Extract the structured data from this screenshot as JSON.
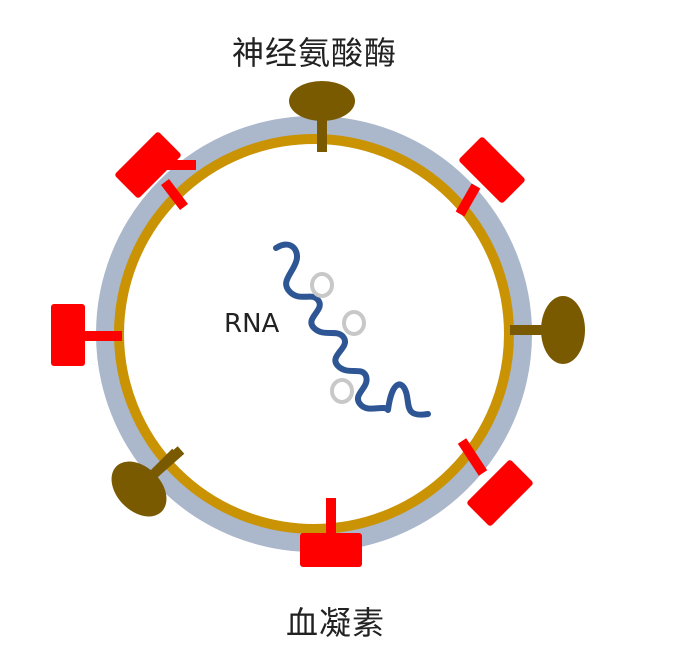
{
  "labels": {
    "neuraminidase": "神经氨酸酶",
    "hemagglutinin": "血凝素",
    "rna": "RNA"
  },
  "colors": {
    "outer_envelope": "#abb7cb",
    "inner_membrane": "#c99304",
    "hemagglutinin": "#ff0000",
    "neuraminidase": "#7a5a00",
    "rna_strand": "#2e5695",
    "nucleoprotein": "#c8c8c8"
  },
  "icons": {
    "virus": "virus-particle-icon",
    "hemagglutinin": "hemagglutinin-spike-icon",
    "neuraminidase": "neuraminidase-spike-icon",
    "rna": "rna-strand-icon"
  }
}
